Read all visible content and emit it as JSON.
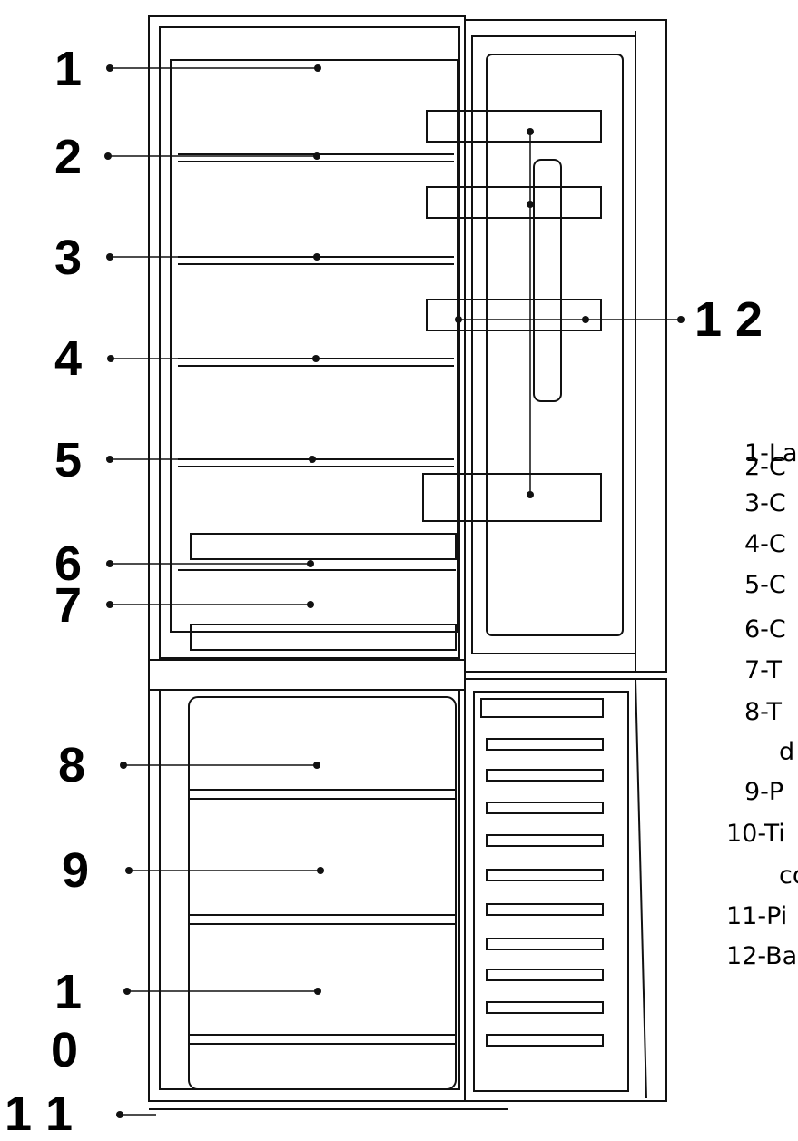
{
  "callouts": {
    "c1": "1",
    "c2": "2",
    "c3": "3",
    "c4": "4",
    "c5": "5",
    "c6": "6",
    "c7": "7",
    "c8": "8",
    "c9": "9",
    "c10a": "1",
    "c10b": "0",
    "c11": "1 1",
    "c12": "1 2"
  },
  "legend": {
    "l1": "1-La",
    "l2": "2-C",
    "l3": "3-C",
    "l4": "4-C",
    "l5": "5-C",
    "l6": "6-C",
    "l7": "7-T",
    "l8": "8-T",
    "l8b": "d",
    "l9": "9-P",
    "l10": "10-Ti",
    "l10b": "co",
    "l11": "11-Pi",
    "l12": "12-Ba"
  }
}
